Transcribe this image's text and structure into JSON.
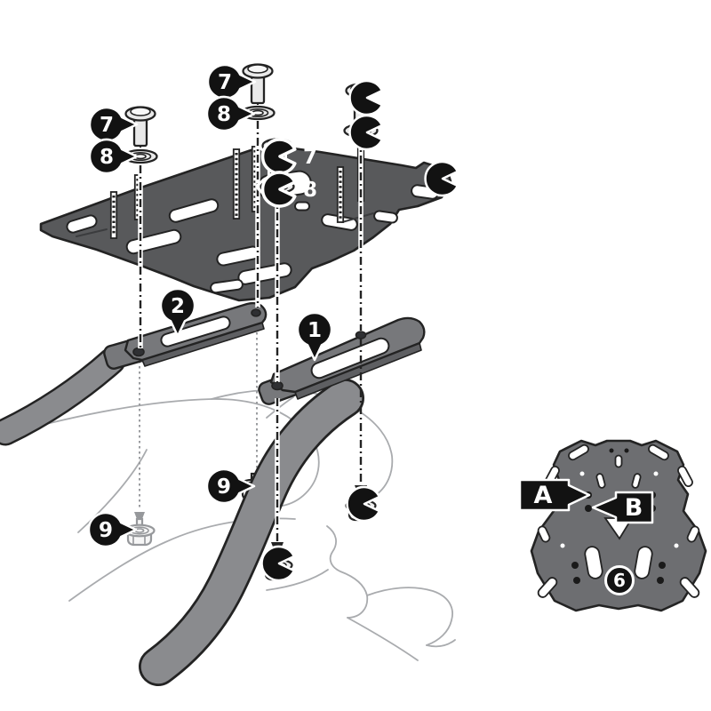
{
  "callout_labels": {
    "adapter_bar_right": "1",
    "adapter_bar_left": "2",
    "rack_plate": "6",
    "screw": "7",
    "washer": "8",
    "flange_nut": "9"
  },
  "inset": {
    "position_a": "A",
    "position_b": "B",
    "rack_plate": "6"
  },
  "colors": {
    "background": "#ffffff",
    "outline": "#232323",
    "plate_dark": "#58595b",
    "bracket_gray": "#77787b",
    "rail_gray": "#8a8b8e",
    "inset_gray": "#6d6e71",
    "bodywork_line": "#a9abae",
    "callout_bg": "#121212",
    "callout_text": "#ffffff"
  }
}
